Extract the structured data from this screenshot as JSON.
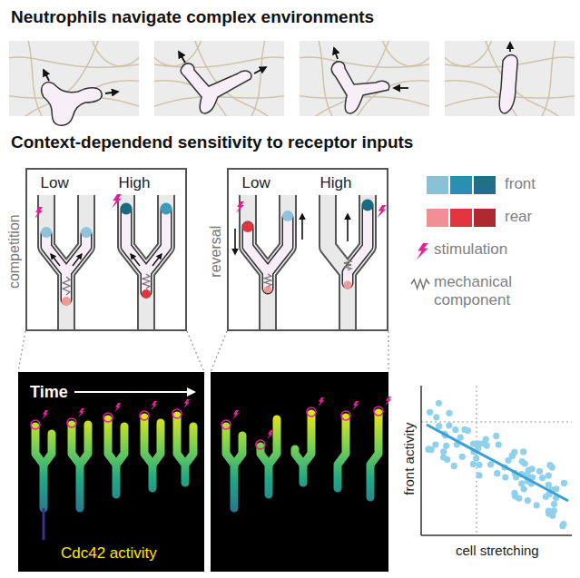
{
  "diagram": {
    "title": "Neutrophils navigate complex environments",
    "nodes": [
      {
        "text": [
          "competition",
          "Low",
          "High"
        ]
      },
      {
        "text": [
          "reversal",
          "Low",
          "High"
        ]
      },
      {
        "text": [
          "Time",
          "Cdc42 activity"
        ]
      }
    ],
    "edges": [
      {
        "from": 0,
        "to": 2,
        "arrow": "none"
      }
    ],
    "labels": [
      "Context-dependend sensitivity to receptor inputs",
      "front activity",
      "cell stretching"
    ],
    "legend": [
      {
        "text": "front",
        "color": "#2a8fb0"
      },
      {
        "text": "rear",
        "color": "#e0353d"
      },
      {
        "text": "stimulation"
      },
      {
        "text": "mechanical component"
      }
    ]
  }
}
